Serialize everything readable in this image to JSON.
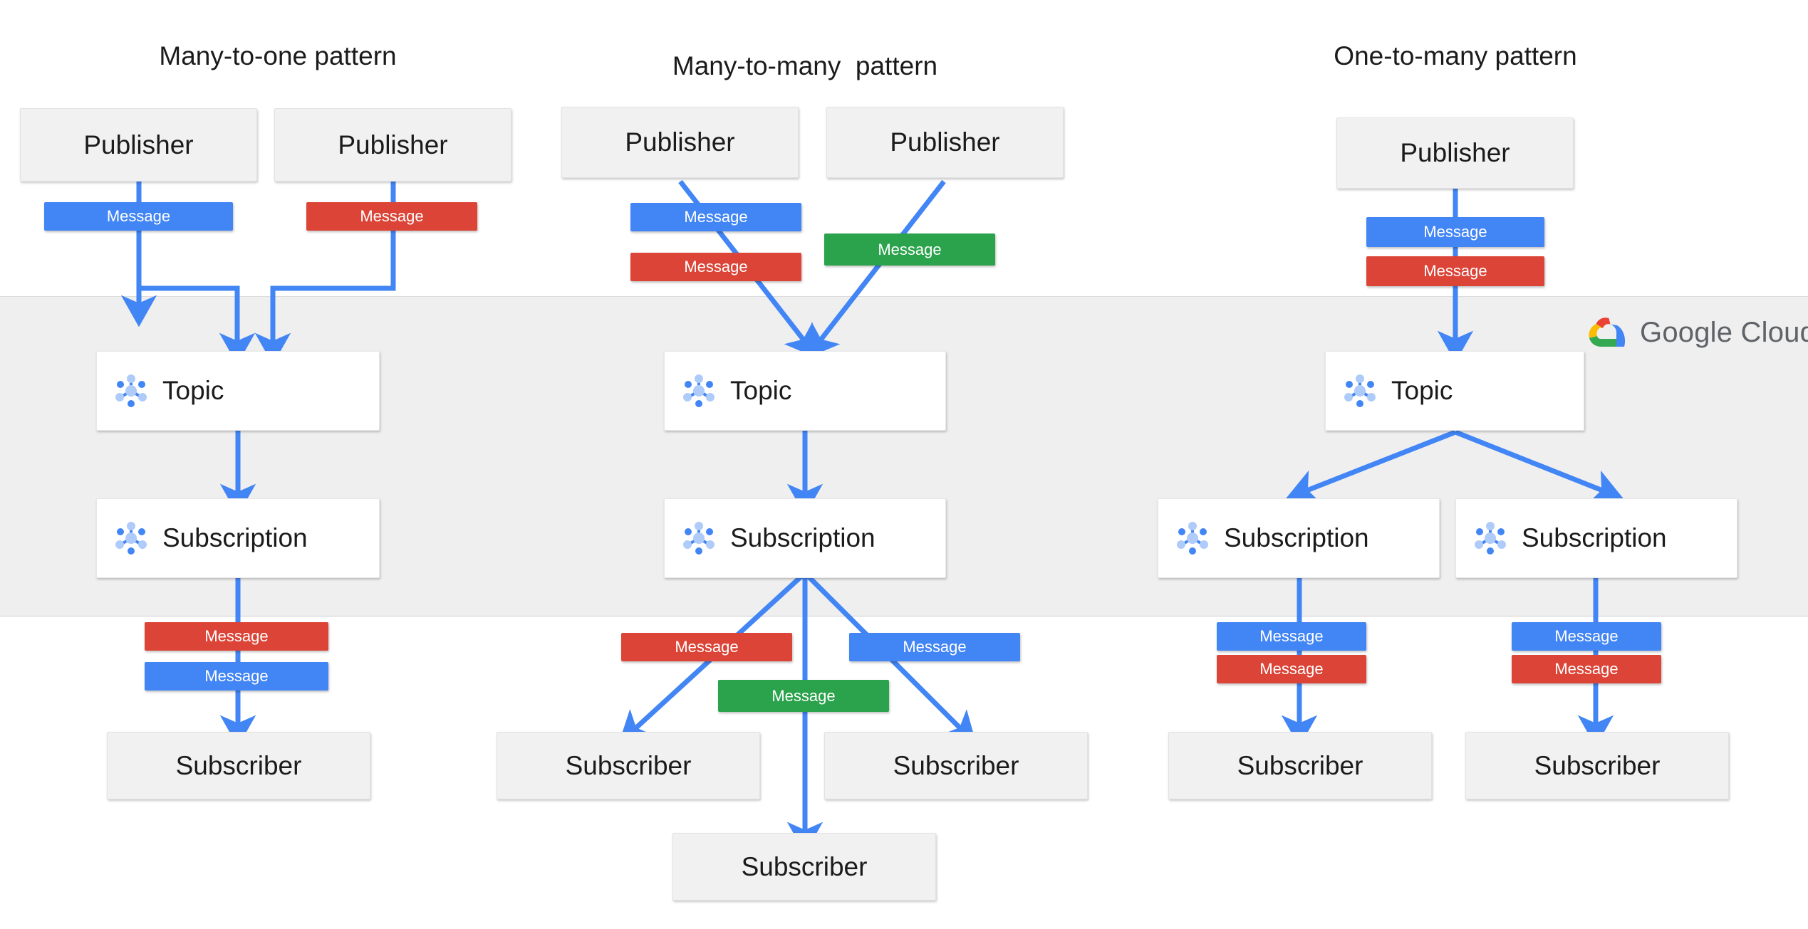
{
  "diagram": {
    "title_bar_color": "#efefef",
    "accent_blue": "#4285f4",
    "accent_red": "#db4437",
    "accent_green": "#2ba24c",
    "box_gray": "#f1f1f1",
    "box_white": "#ffffff"
  },
  "branding": {
    "logo_icon": "google-cloud-logo-icon",
    "name_first": "Google",
    "name_second": "Cloud"
  },
  "columns": [
    {
      "id": "many-to-one",
      "title": "Many-to-one pattern",
      "publishers": [
        {
          "label": "Publisher"
        },
        {
          "label": "Publisher"
        }
      ],
      "publish_messages": [
        {
          "label": "Message",
          "color": "blue"
        },
        {
          "label": "Message",
          "color": "red"
        }
      ],
      "topics": [
        {
          "label": "Topic",
          "icon": "pubsub-node-icon"
        }
      ],
      "subscriptions": [
        {
          "label": "Subscription",
          "icon": "pubsub-node-icon"
        }
      ],
      "deliver_messages": [
        {
          "label": "Message",
          "color": "red"
        },
        {
          "label": "Message",
          "color": "blue"
        }
      ],
      "subscribers": [
        {
          "label": "Subscriber"
        }
      ]
    },
    {
      "id": "many-to-many",
      "title": "Many-to-many  pattern",
      "publishers": [
        {
          "label": "Publisher"
        },
        {
          "label": "Publisher"
        }
      ],
      "publish_messages": [
        {
          "label": "Message",
          "color": "blue"
        },
        {
          "label": "Message",
          "color": "red"
        },
        {
          "label": "Message",
          "color": "green"
        }
      ],
      "topics": [
        {
          "label": "Topic",
          "icon": "pubsub-node-icon"
        }
      ],
      "subscriptions": [
        {
          "label": "Subscription",
          "icon": "pubsub-node-icon"
        }
      ],
      "deliver_messages": [
        {
          "label": "Message",
          "color": "red"
        },
        {
          "label": "Message",
          "color": "blue"
        },
        {
          "label": "Message",
          "color": "green"
        }
      ],
      "subscribers": [
        {
          "label": "Subscriber"
        },
        {
          "label": "Subscriber"
        },
        {
          "label": "Subscriber"
        }
      ]
    },
    {
      "id": "one-to-many",
      "title": "One-to-many pattern",
      "publishers": [
        {
          "label": "Publisher"
        }
      ],
      "publish_messages": [
        {
          "label": "Message",
          "color": "blue"
        },
        {
          "label": "Message",
          "color": "red"
        }
      ],
      "topics": [
        {
          "label": "Topic",
          "icon": "pubsub-node-icon"
        }
      ],
      "subscriptions": [
        {
          "label": "Subscription",
          "icon": "pubsub-node-icon"
        },
        {
          "label": "Subscription",
          "icon": "pubsub-node-icon"
        }
      ],
      "deliver_messages": [
        {
          "label": "Message",
          "color": "blue"
        },
        {
          "label": "Message",
          "color": "red"
        },
        {
          "label": "Message",
          "color": "blue"
        },
        {
          "label": "Message",
          "color": "red"
        }
      ],
      "subscribers": [
        {
          "label": "Subscriber"
        },
        {
          "label": "Subscriber"
        }
      ]
    }
  ]
}
